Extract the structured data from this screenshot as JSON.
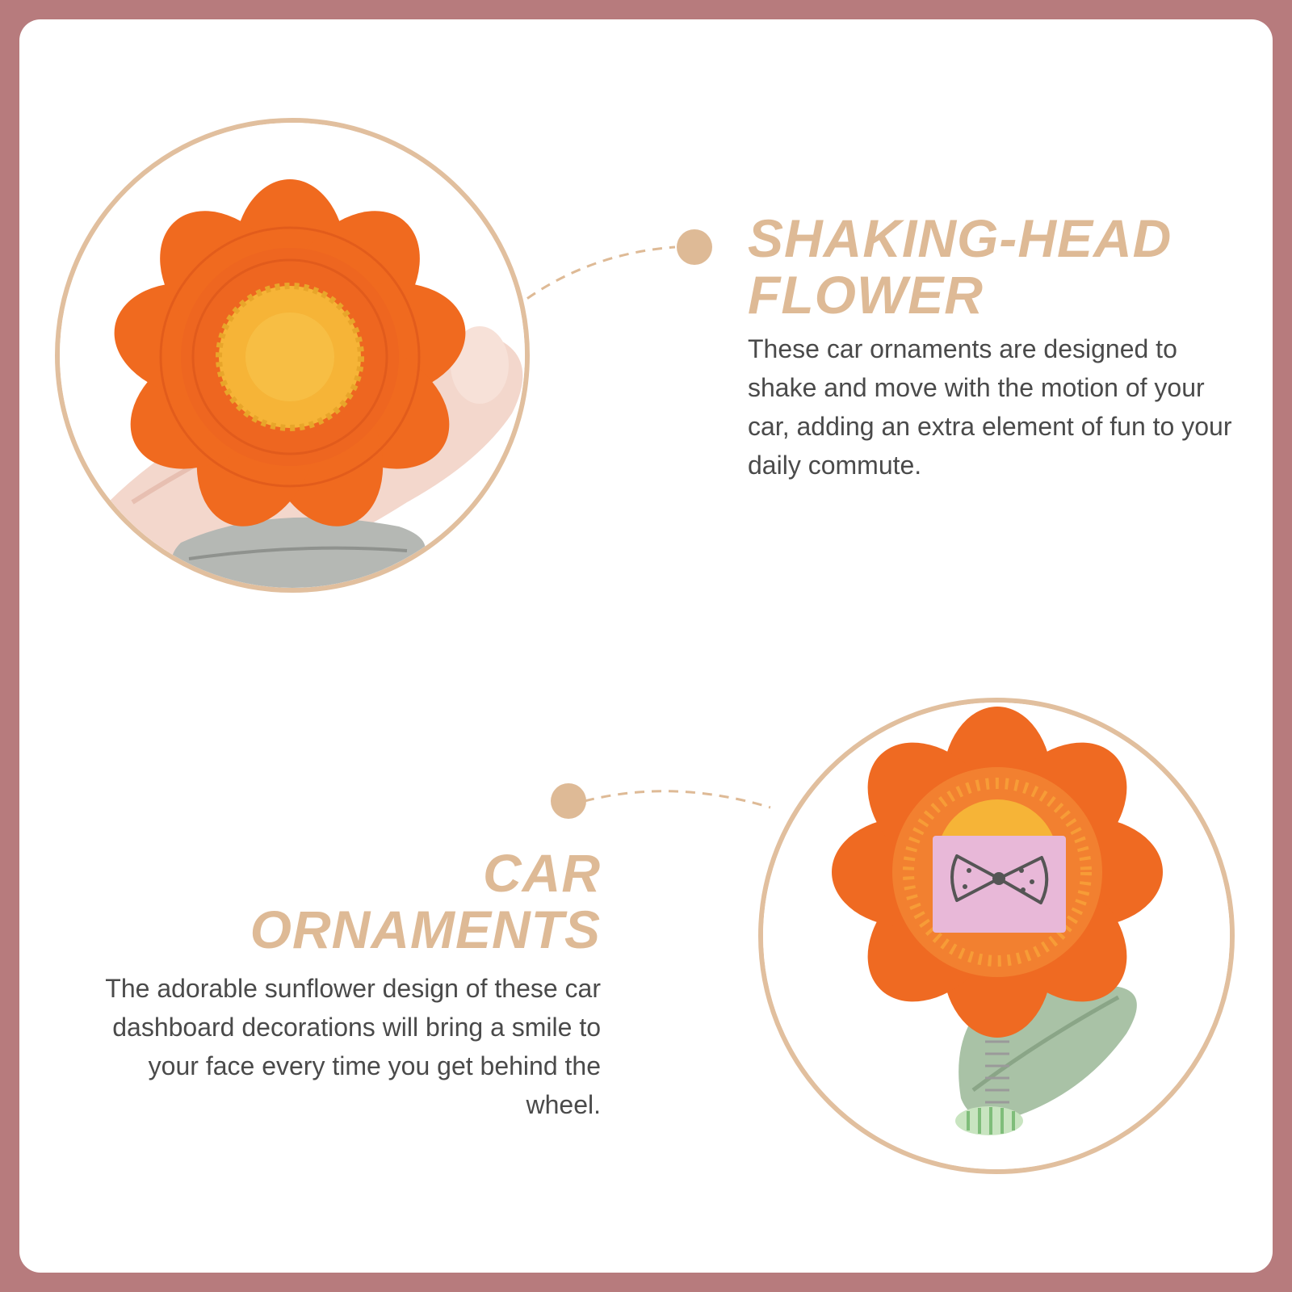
{
  "colors": {
    "frame": "#b77b7d",
    "accent": "#deba96",
    "text": "#4a4a4a",
    "petal": "#f06a1f",
    "center": "#f6b437",
    "leaf_silver": "#b5b8b4",
    "leaf_green": "#a9c2a6",
    "tag": "#e8b8d8"
  },
  "features": [
    {
      "title_line1": "SHAKING-HEAD",
      "title_line2": "FLOWER",
      "description": "These car ornaments are designed to shake and move with the motion of your car, adding an extra element of fun to your daily commute."
    },
    {
      "title_line1": "CAR",
      "title_line2": "ORNAMENTS",
      "description": "The adorable sunflower design of these car dashboard decorations will bring a smile to your face every time you get behind the wheel."
    }
  ],
  "images": [
    {
      "icon": "crocheted-sunflower-on-finger-photo"
    },
    {
      "icon": "sunflower-ornament-with-bow-tag-photo"
    }
  ]
}
